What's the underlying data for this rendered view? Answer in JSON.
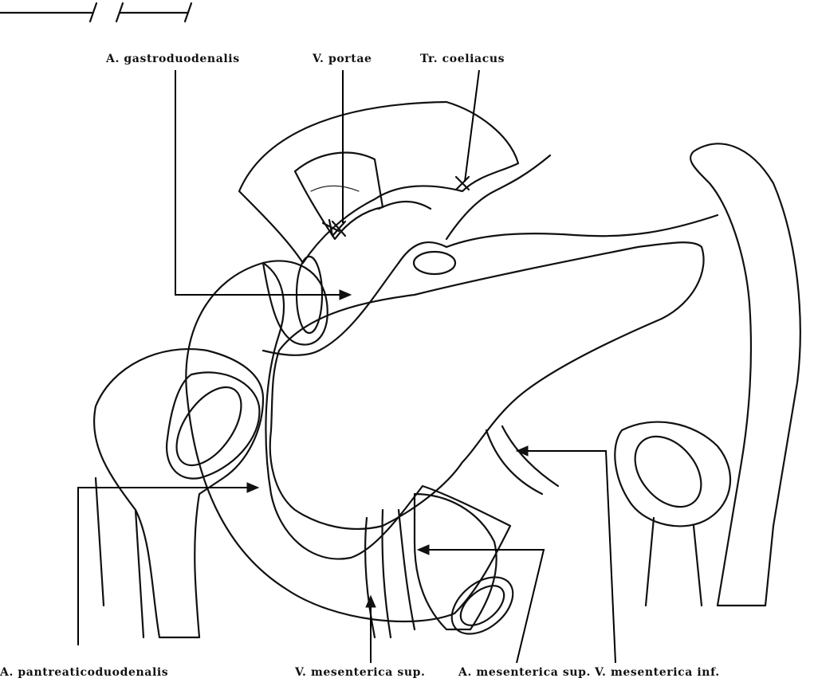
{
  "labels": {
    "gastroduodenalis": "A. gastroduodenalis",
    "portae": "V. portae",
    "coeliacus": "Tr. coeliacus",
    "pancreaticoduodenalis": "A. pantreaticoduodenalis",
    "mes_sup_vein": "V. mesenterica sup.",
    "mes_sup_artery": "A. mesenterica sup.",
    "mes_inf_vein": "V. mesenterica inf."
  },
  "colors": {
    "ink": "#111111",
    "background": "#ffffff"
  }
}
